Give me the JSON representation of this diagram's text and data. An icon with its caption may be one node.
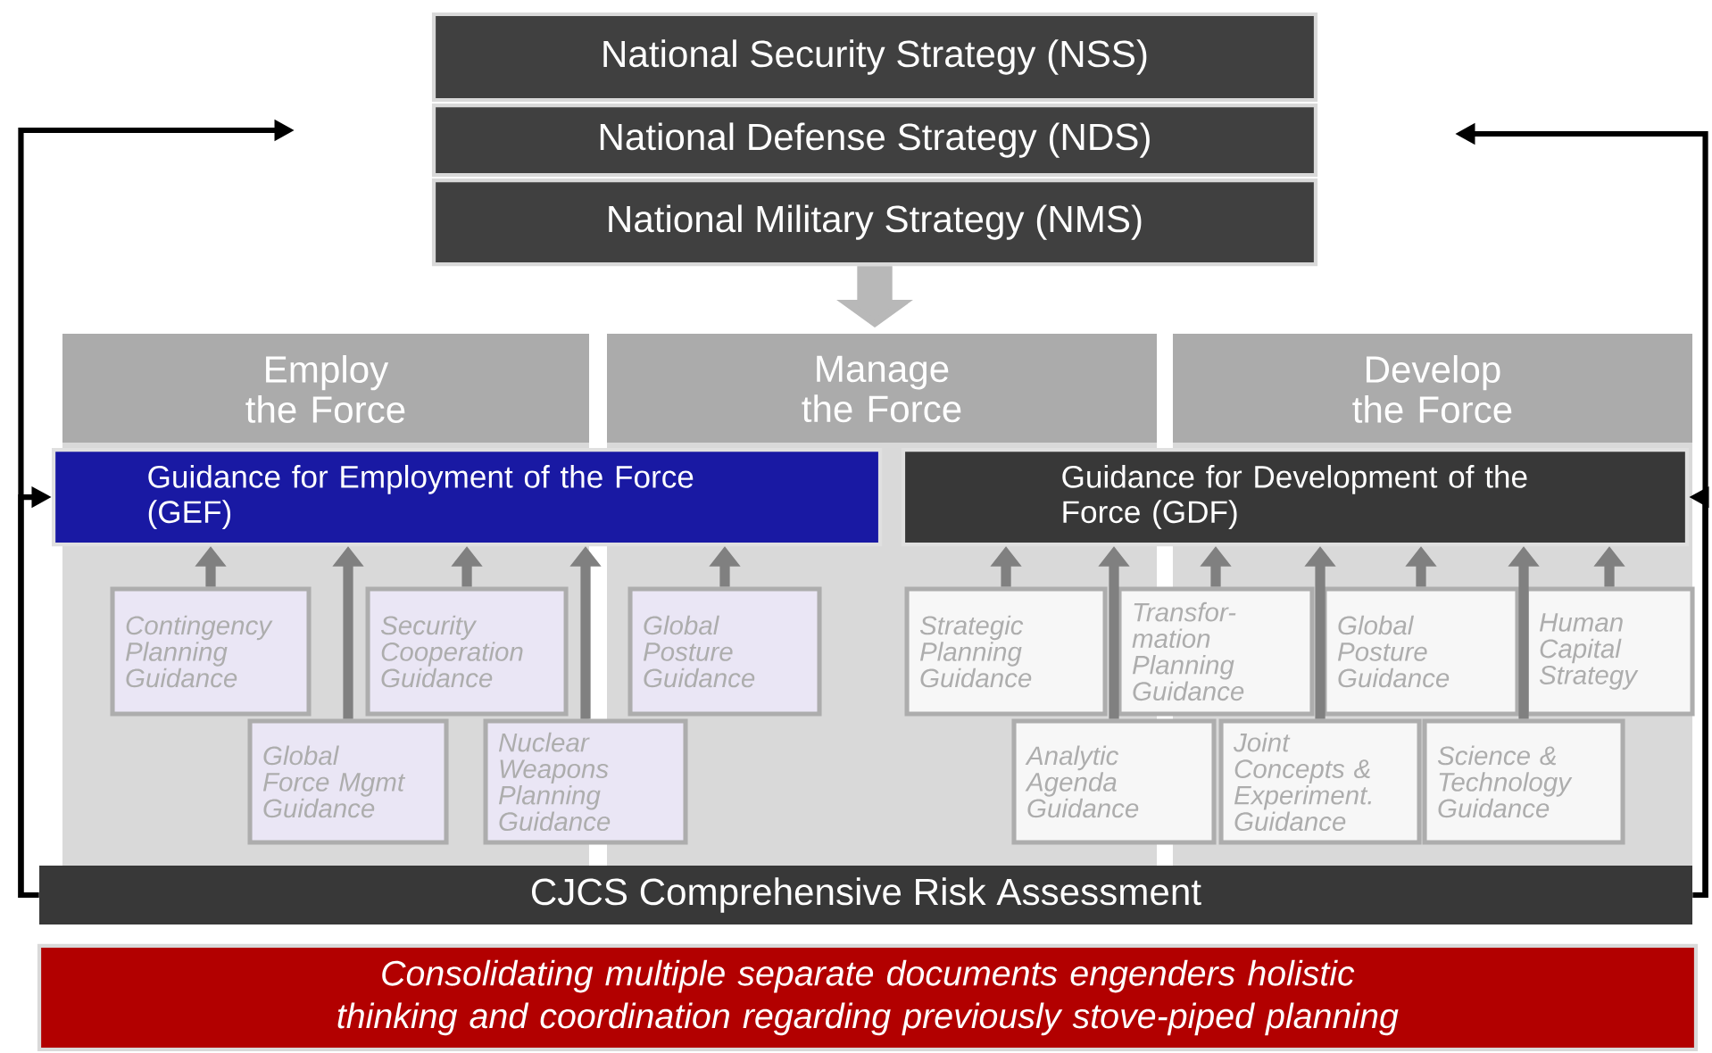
{
  "diagram": {
    "nodes": [
      {
        "text": [
          "National Security Strategy (NSS)"
        ]
      },
      {
        "text": [
          "National Defense Strategy (NDS)"
        ]
      },
      {
        "text": [
          "National Military Strategy (NMS)"
        ]
      },
      {
        "text": [
          "Employ the Force"
        ]
      },
      {
        "text": [
          "Manage the Force"
        ]
      },
      {
        "text": [
          "Develop the Force"
        ]
      },
      {
        "text": [
          "Guidance for Employment of the Force (GEF)"
        ]
      },
      {
        "text": [
          "Guidance for Development of the Force (GDF)"
        ]
      },
      {
        "text": [
          "Contingency Planning Guidance"
        ],
        "in": 3
      },
      {
        "text": [
          "Security Cooperation Guidance"
        ],
        "in": 3
      },
      {
        "text": [
          "Global Posture Guidance"
        ],
        "in": 4
      },
      {
        "text": [
          "Global Force Mgmt Guidance"
        ],
        "in": 3
      },
      {
        "text": [
          "Nuclear Weapons Planning Guidance"
        ]
      },
      {
        "text": [
          "Strategic Planning Guidance"
        ],
        "in": 4
      },
      {
        "text": [
          "Transfor-mation Planning Guidance"
        ]
      },
      {
        "text": [
          "Global Posture Guidance"
        ],
        "in": 5
      },
      {
        "text": [
          "Human Capital Strategy"
        ],
        "in": 5
      },
      {
        "text": [
          "Analytic Agenda Guidance"
        ]
      },
      {
        "text": [
          "Joint Concepts & Experiment. Guidance"
        ],
        "in": 5
      },
      {
        "text": [
          "Science & Technology Guidance"
        ],
        "in": 5
      },
      {
        "text": [
          "CJCS Comprehensive Risk Assessment"
        ]
      },
      {
        "text": [
          "Consolidating multiple separate documents engenders holistic thinking and coordination regarding previously stove-piped planning"
        ]
      }
    ],
    "edges": [
      {
        "from": 2,
        "to": 4,
        "arrow": "to",
        "style": "thick",
        "color": "#b8b8b8"
      },
      {
        "from": 8,
        "to": 6,
        "arrow": "to"
      },
      {
        "from": 11,
        "to": 6,
        "arrow": "to"
      },
      {
        "from": 9,
        "to": 6,
        "arrow": "to"
      },
      {
        "from": 12,
        "to": 6,
        "arrow": "to"
      },
      {
        "from": 10,
        "to": 6,
        "arrow": "to"
      },
      {
        "from": 13,
        "to": 7,
        "arrow": "to"
      },
      {
        "from": 17,
        "to": 7,
        "arrow": "to"
      },
      {
        "from": 14,
        "to": 7,
        "arrow": "to"
      },
      {
        "from": 18,
        "to": 7,
        "arrow": "to"
      },
      {
        "from": 15,
        "to": 7,
        "arrow": "to"
      },
      {
        "from": 19,
        "to": 7,
        "arrow": "to"
      },
      {
        "from": 16,
        "to": 7,
        "arrow": "to"
      },
      {
        "from": 20,
        "to": null,
        "arrow": "to",
        "color": "#000000"
      },
      {
        "from": 20,
        "to": 6,
        "arrow": "to",
        "color": "#000000"
      },
      {
        "from": 20,
        "to": null,
        "arrow": "to",
        "color": "#000000"
      },
      {
        "from": 20,
        "to": 7,
        "arrow": "to",
        "color": "#000000"
      }
    ]
  }
}
